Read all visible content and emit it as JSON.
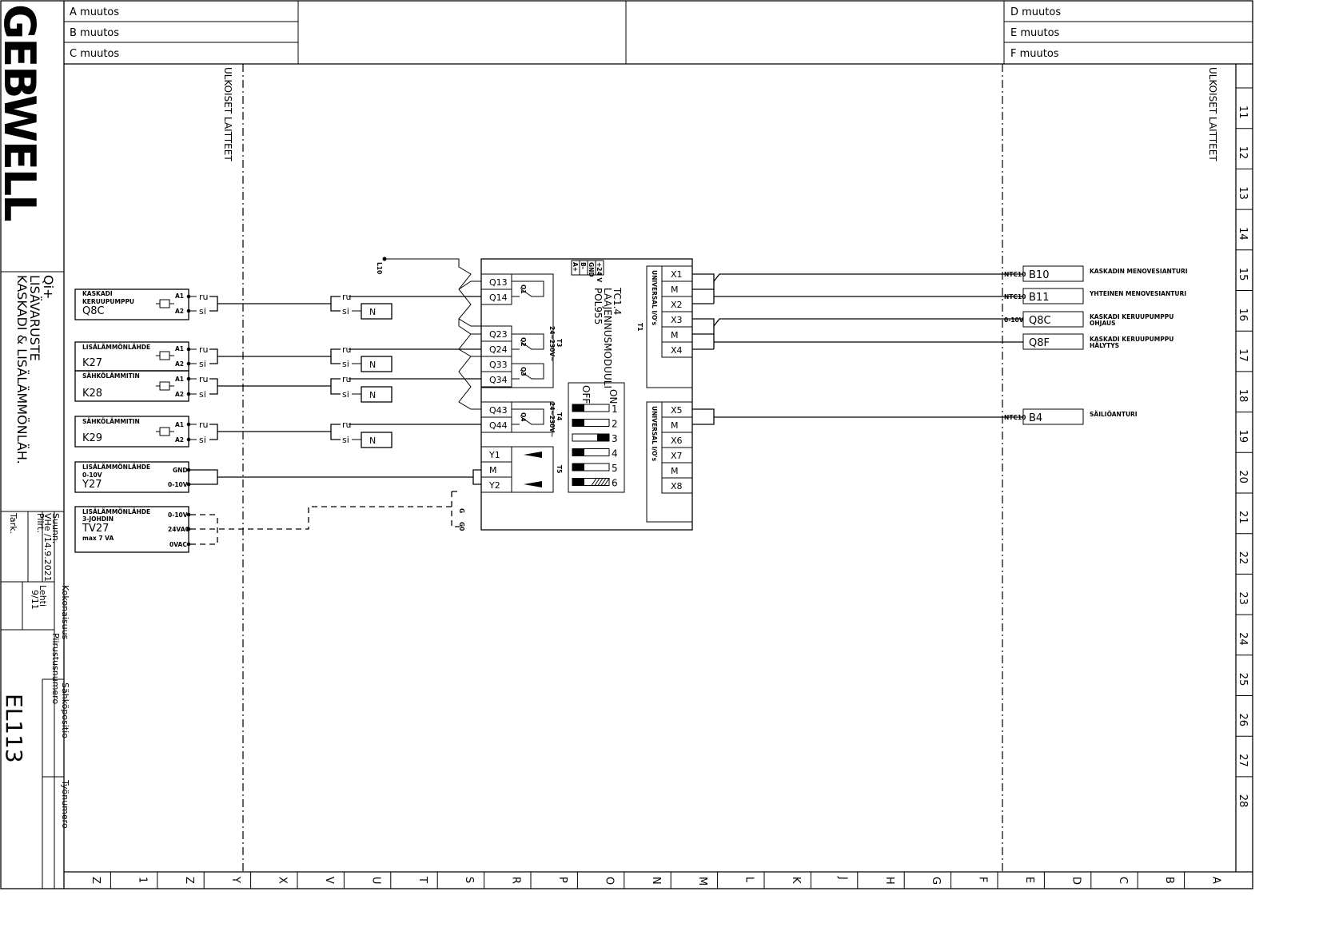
{
  "revisions_left": [
    "A muutos",
    "B muutos",
    "C muutos"
  ],
  "revisions_right": [
    "D muutos",
    "E muutos",
    "F muutos"
  ],
  "brand": "GEBWELL",
  "title_block": {
    "product": "Qi+",
    "line1": "LISÄVARUSTE",
    "line2": "KASKADI & LISÄLÄMMÖNLÄH.",
    "suunn_label": "Suunn.",
    "suunn_value": "VHe /14.9.2021",
    "piirt_label": "Piirt.",
    "tark_label": "Tark.",
    "kokonaisuus": "Kokonaisuus",
    "lehti_label": "Lehti",
    "lehti_value": "9/11",
    "piirustusnumero": "Piirustusnumero",
    "sahkopositio": "Sähköpositio",
    "tyonumero": "Työnumero",
    "drawing_number": "EL113"
  },
  "section_label": "ULKOISET LAITTEET",
  "external_devices": [
    {
      "id": "q8c",
      "line1": "KASKADI",
      "line2": "KERUUPUMPPU",
      "tag": "Q8C",
      "pin_a": "A1",
      "pin_b": "A2",
      "wire_a": "ru",
      "wire_b": "si"
    },
    {
      "id": "k27",
      "line1": "LISÄLÄMMÖNLÄHDE",
      "line2": "",
      "tag": "K27",
      "pin_a": "A1",
      "pin_b": "A2",
      "wire_a": "ru",
      "wire_b": "si"
    },
    {
      "id": "k28",
      "line1": "SÄHKÖLÄMMITIN",
      "line2": "",
      "tag": "K28",
      "pin_a": "A1",
      "pin_b": "A2",
      "wire_a": "ru",
      "wire_b": "si"
    },
    {
      "id": "k29",
      "line1": "SÄHKÖLÄMMITIN",
      "line2": "",
      "tag": "K29",
      "pin_a": "A1",
      "pin_b": "A2",
      "wire_a": "ru",
      "wire_b": "si"
    }
  ],
  "y27": {
    "line1": "LISÄLÄMMÖNLÄHDE",
    "line2": "0-10V",
    "tag": "Y27",
    "pin_a": "GND",
    "pin_b": "0-10V"
  },
  "tv27": {
    "line1": "LISÄLÄMMÖNLÄHDE",
    "line2": "3-JOHDIN",
    "tag": "TV27",
    "note": "max 7 VA",
    "pin_a": "0-10V",
    "pin_b": "24VAC",
    "pin_c": "0VAC"
  },
  "wire_labels": {
    "ru": "ru",
    "si": "si",
    "neutral": "N"
  },
  "module": {
    "name": "TC1.4",
    "subtitle": "LAAJENNUSMODUULI",
    "model": "POL955",
    "t1": "T1",
    "relay_terminals": [
      "Q13",
      "Q14",
      "Q23",
      "Q24",
      "Q33",
      "Q34",
      "Q43",
      "Q44"
    ],
    "relays": [
      "Q1",
      "Q2",
      "Q3",
      "Q4"
    ],
    "t3": "T3",
    "t4": "T4",
    "t5": "T5",
    "voltage": "24~230V~",
    "analog_terminals": [
      "Y1",
      "M",
      "Y2"
    ],
    "power_terminals": [
      "A+",
      "B-",
      "GND",
      "+24 V"
    ],
    "universal_label": "UNIVERSAL I/O's",
    "inputs_1": [
      "X1",
      "M",
      "X2",
      "X3",
      "M",
      "X4"
    ],
    "inputs_2": [
      "X5",
      "M",
      "X6",
      "X7",
      "M",
      "X8"
    ],
    "l10": "L10",
    "g": "G",
    "g0": "G0",
    "dip_on": "ON",
    "dip_off": "OFF",
    "dip_numbers": [
      "1",
      "2",
      "3",
      "4",
      "5",
      "6"
    ]
  },
  "sensors": [
    {
      "tag": "B10",
      "type": "NTC10",
      "desc": "KASKADIN MENOVESIANTURI",
      "desc2": ""
    },
    {
      "tag": "B11",
      "type": "NTC10",
      "desc": "YHTEINEN MENOVESIANTURI",
      "desc2": ""
    },
    {
      "tag": "Q8C",
      "type": "0-10V",
      "desc": "KASKADI KERUUPUMPPU",
      "desc2": "OHJAUS"
    },
    {
      "tag": "Q8F",
      "type": "",
      "desc": "KASKADI KERUUPUMPPU",
      "desc2": "HÄLYTYS"
    },
    {
      "tag": "B4",
      "type": "NTC10",
      "desc": "SÄILIÖANTURI",
      "desc2": ""
    }
  ],
  "row_numbers": [
    "11",
    "12",
    "13",
    "14",
    "15",
    "16",
    "17",
    "18",
    "19",
    "20",
    "21",
    "22",
    "23",
    "24",
    "25",
    "26",
    "27",
    "28"
  ],
  "column_letters": [
    "Z",
    "1",
    "Z",
    "Y",
    "X",
    "V",
    "U",
    "T",
    "S",
    "R",
    "P",
    "O",
    "N",
    "M",
    "L",
    "K",
    "J",
    "H",
    "G",
    "F",
    "E",
    "D",
    "C",
    "B",
    "A"
  ]
}
